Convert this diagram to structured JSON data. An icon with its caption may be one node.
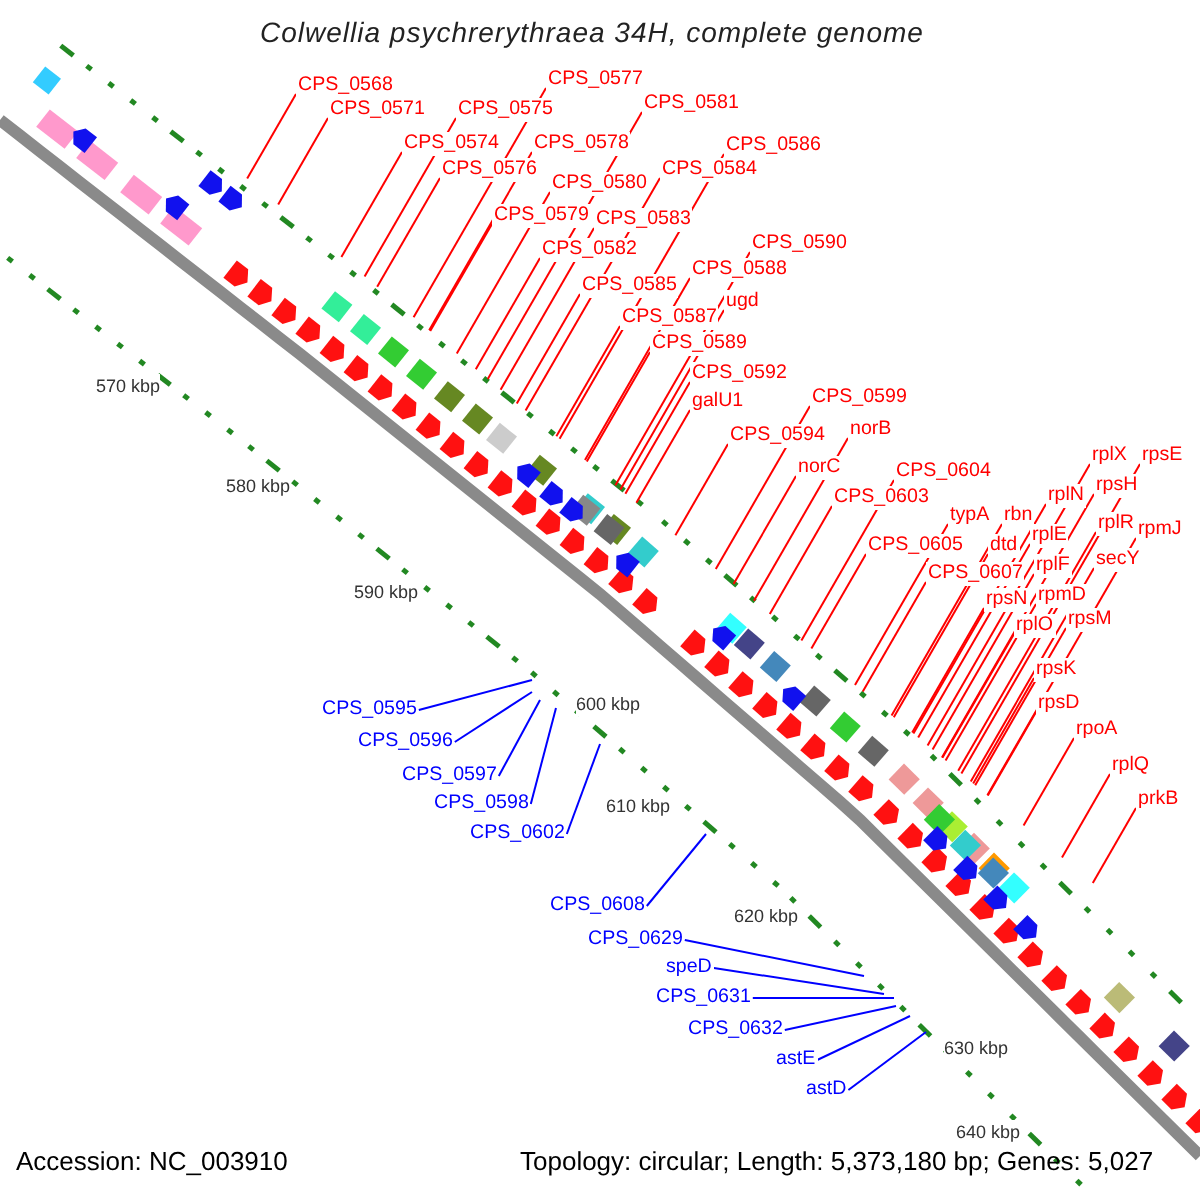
{
  "diagram": {
    "title": "Colwellia psychrerythraea 34H, complete genome",
    "nodes": [
      {
        "text": [
          "CPS_0568"
        ]
      },
      {
        "text": [
          "CPS_0571"
        ]
      },
      {
        "text": [
          "CPS_0574"
        ]
      },
      {
        "text": [
          "CPS_0575"
        ]
      },
      {
        "text": [
          "CPS_0576"
        ]
      },
      {
        "text": [
          "CPS_0577"
        ]
      },
      {
        "text": [
          "CPS_0578"
        ]
      },
      {
        "text": [
          "CPS_0579"
        ]
      },
      {
        "text": [
          "CPS_0580"
        ]
      },
      {
        "text": [
          "CPS_0581"
        ]
      },
      {
        "text": [
          "CPS_0582"
        ]
      },
      {
        "text": [
          "CPS_0583"
        ]
      },
      {
        "text": [
          "CPS_0584"
        ]
      },
      {
        "text": [
          "CPS_0585"
        ]
      },
      {
        "text": [
          "CPS_0586"
        ]
      },
      {
        "text": [
          "CPS_0587"
        ]
      },
      {
        "text": [
          "CPS_0588"
        ]
      },
      {
        "text": [
          "CPS_0589"
        ]
      },
      {
        "text": [
          "CPS_0590"
        ]
      },
      {
        "text": [
          "ugd"
        ]
      },
      {
        "text": [
          "CPS_0592"
        ]
      },
      {
        "text": [
          "galU1"
        ]
      },
      {
        "text": [
          "CPS_0594"
        ]
      },
      {
        "text": [
          "CPS_0599"
        ]
      },
      {
        "text": [
          "norB"
        ]
      },
      {
        "text": [
          "norC"
        ]
      },
      {
        "text": [
          "CPS_0603"
        ]
      },
      {
        "text": [
          "CPS_0604"
        ]
      },
      {
        "text": [
          "CPS_0605"
        ]
      },
      {
        "text": [
          "typA"
        ]
      },
      {
        "text": [
          "rbn"
        ]
      },
      {
        "text": [
          "dtd"
        ]
      },
      {
        "text": [
          "CPS_0607"
        ]
      },
      {
        "text": [
          "rplN"
        ]
      },
      {
        "text": [
          "rplX"
        ]
      },
      {
        "text": [
          "rpsE"
        ]
      },
      {
        "text": [
          "rpsH"
        ]
      },
      {
        "text": [
          "rplE"
        ]
      },
      {
        "text": [
          "rplR"
        ]
      },
      {
        "text": [
          "rpmJ"
        ]
      },
      {
        "text": [
          "rplF"
        ]
      },
      {
        "text": [
          "secY"
        ]
      },
      {
        "text": [
          "rpsN"
        ]
      },
      {
        "text": [
          "rpmD"
        ]
      },
      {
        "text": [
          "rplO"
        ]
      },
      {
        "text": [
          "rpsM"
        ]
      },
      {
        "text": [
          "rpsK"
        ]
      },
      {
        "text": [
          "rpsD"
        ]
      },
      {
        "text": [
          "rpoA"
        ]
      },
      {
        "text": [
          "rplQ"
        ]
      },
      {
        "text": [
          "prkB"
        ]
      },
      {
        "text": [
          "CPS_0595"
        ]
      },
      {
        "text": [
          "CPS_0596"
        ]
      },
      {
        "text": [
          "CPS_0597"
        ]
      },
      {
        "text": [
          "CPS_0598"
        ]
      },
      {
        "text": [
          "CPS_0602"
        ]
      },
      {
        "text": [
          "CPS_0608"
        ]
      },
      {
        "text": [
          "CPS_0629"
        ]
      },
      {
        "text": [
          "speD"
        ]
      },
      {
        "text": [
          "CPS_0631"
        ]
      },
      {
        "text": [
          "CPS_0632"
        ]
      },
      {
        "text": [
          "astE"
        ]
      },
      {
        "text": [
          "astD"
        ]
      }
    ],
    "edges": [
      {
        "from": 0,
        "to": null,
        "arrow": "none"
      },
      {
        "from": 1,
        "to": null,
        "arrow": "none"
      },
      {
        "from": 2,
        "to": null,
        "arrow": "none"
      },
      {
        "from": 3,
        "to": null,
        "arrow": "none"
      },
      {
        "from": 4,
        "to": null,
        "arrow": "none"
      },
      {
        "from": 5,
        "to": null,
        "arrow": "none"
      },
      {
        "from": 6,
        "to": null,
        "arrow": "none"
      },
      {
        "from": 7,
        "to": null,
        "arrow": "none"
      },
      {
        "from": 8,
        "to": null,
        "arrow": "none"
      },
      {
        "from": 9,
        "to": null,
        "arrow": "none"
      },
      {
        "from": 10,
        "to": null,
        "arrow": "none"
      },
      {
        "from": 11,
        "to": null,
        "arrow": "none"
      },
      {
        "from": 12,
        "to": null,
        "arrow": "none"
      },
      {
        "from": 13,
        "to": null,
        "arrow": "none"
      },
      {
        "from": 14,
        "to": null,
        "arrow": "none"
      },
      {
        "from": 15,
        "to": null,
        "arrow": "none"
      },
      {
        "from": 16,
        "to": null,
        "arrow": "none"
      },
      {
        "from": 17,
        "to": null,
        "arrow": "none"
      },
      {
        "from": 18,
        "to": null,
        "arrow": "none"
      },
      {
        "from": 19,
        "to": null,
        "arrow": "none"
      },
      {
        "from": 20,
        "to": null,
        "arrow": "none"
      },
      {
        "from": 21,
        "to": null,
        "arrow": "none"
      },
      {
        "from": 22,
        "to": null,
        "arrow": "none"
      },
      {
        "from": 23,
        "to": null,
        "arrow": "none"
      },
      {
        "from": 24,
        "to": null,
        "arrow": "none"
      },
      {
        "from": 25,
        "to": null,
        "arrow": "none"
      },
      {
        "from": 26,
        "to": null,
        "arrow": "none"
      },
      {
        "from": 27,
        "to": null,
        "arrow": "none"
      },
      {
        "from": 28,
        "to": null,
        "arrow": "none"
      },
      {
        "from": 29,
        "to": null,
        "arrow": "none"
      },
      {
        "from": 30,
        "to": null,
        "arrow": "none"
      },
      {
        "from": 31,
        "to": null,
        "arrow": "none"
      },
      {
        "from": 32,
        "to": null,
        "arrow": "none"
      },
      {
        "from": 33,
        "to": null,
        "arrow": "none"
      },
      {
        "from": 34,
        "to": null,
        "arrow": "none"
      },
      {
        "from": 35,
        "to": null,
        "arrow": "none"
      },
      {
        "from": 36,
        "to": null,
        "arrow": "none"
      },
      {
        "from": 37,
        "to": null,
        "arrow": "none"
      },
      {
        "from": 38,
        "to": null,
        "arrow": "none"
      },
      {
        "from": 39,
        "to": null,
        "arrow": "none"
      },
      {
        "from": 40,
        "to": null,
        "arrow": "none"
      },
      {
        "from": 41,
        "to": null,
        "arrow": "none"
      },
      {
        "from": 42,
        "to": null,
        "arrow": "none"
      },
      {
        "from": 43,
        "to": null,
        "arrow": "none"
      },
      {
        "from": 44,
        "to": null,
        "arrow": "none"
      },
      {
        "from": 45,
        "to": null,
        "arrow": "none"
      },
      {
        "from": 46,
        "to": null,
        "arrow": "none"
      },
      {
        "from": 47,
        "to": null,
        "arrow": "none"
      },
      {
        "from": 48,
        "to": null,
        "arrow": "none"
      },
      {
        "from": 49,
        "to": null,
        "arrow": "none"
      },
      {
        "from": 50,
        "to": null,
        "arrow": "none"
      },
      {
        "from": 51,
        "to": null,
        "arrow": "none",
        "color": "#0000ff"
      },
      {
        "from": 52,
        "to": null,
        "arrow": "none",
        "color": "#0000ff"
      },
      {
        "from": 53,
        "to": null,
        "arrow": "none",
        "color": "#0000ff"
      },
      {
        "from": 54,
        "to": null,
        "arrow": "none",
        "color": "#0000ff"
      },
      {
        "from": 55,
        "to": null,
        "arrow": "none",
        "color": "#0000ff"
      },
      {
        "from": 56,
        "to": null,
        "arrow": "none",
        "color": "#0000ff"
      },
      {
        "from": 57,
        "to": null,
        "arrow": "none",
        "color": "#0000ff"
      },
      {
        "from": 58,
        "to": null,
        "arrow": "none",
        "color": "#0000ff"
      },
      {
        "from": 59,
        "to": null,
        "arrow": "none",
        "color": "#0000ff"
      },
      {
        "from": 60,
        "to": null,
        "arrow": "none",
        "color": "#0000ff"
      },
      {
        "from": 61,
        "to": null,
        "arrow": "none",
        "color": "#0000ff"
      },
      {
        "from": 62,
        "to": null,
        "arrow": "none",
        "color": "#0000ff"
      }
    ],
    "labels": [
      "570 kbp",
      "580 kbp",
      "590 kbp",
      "600 kbp",
      "610 kbp",
      "620 kbp",
      "630 kbp",
      "640 kbp",
      "Accession: NC_003910",
      "Topology: circular; Length: 5,373,180 bp; Genes: 5,027"
    ]
  }
}
